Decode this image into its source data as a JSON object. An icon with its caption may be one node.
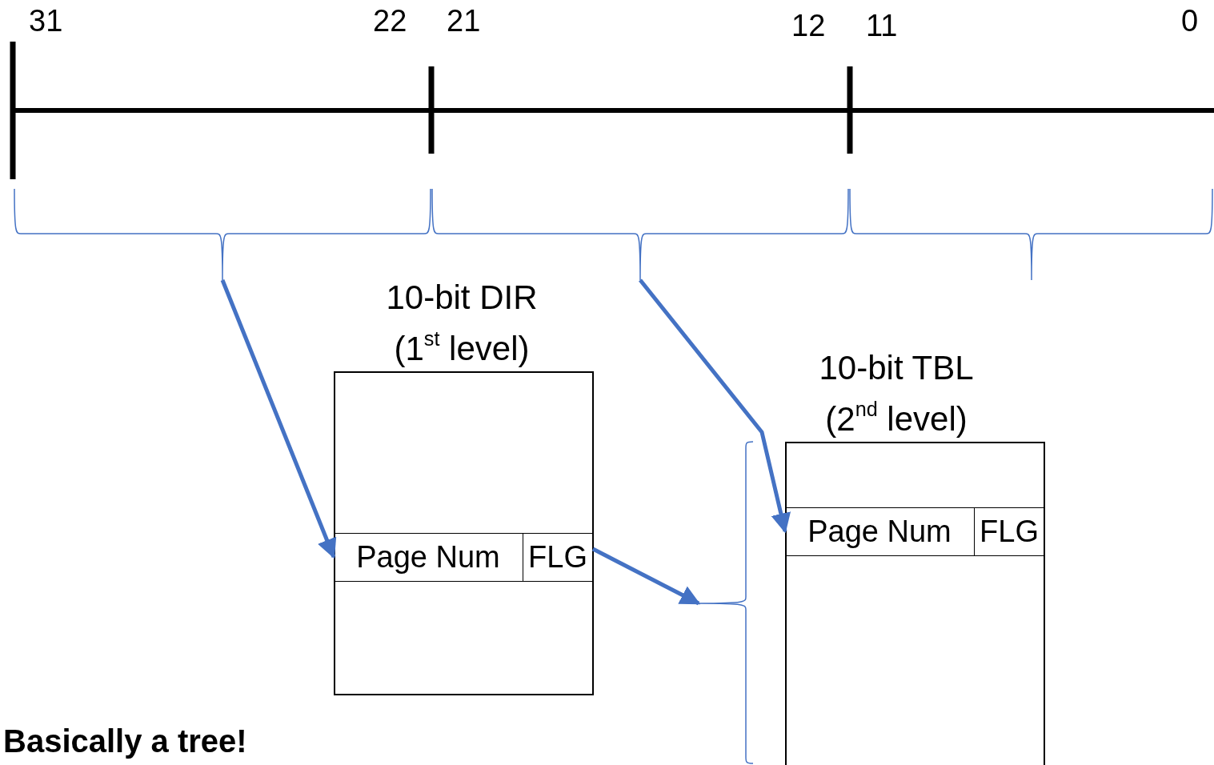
{
  "diagram": {
    "nodes": [
      {
        "text": [],
        "shape": "brace"
      },
      {
        "text": [],
        "shape": "brace"
      },
      {
        "text": [],
        "shape": "brace"
      },
      {
        "text": [
          "10-bit DIR (1$^{st}$ level)"
        ]
      },
      {
        "text": [
          "Page Num"
        ],
        "in": 3
      },
      {
        "text": [
          "FLG"
        ],
        "in": 3
      },
      {
        "text": [],
        "shape": "brace"
      },
      {
        "text": [
          "10-bit TBL (2$^{nd}$ level)"
        ]
      },
      {
        "text": [
          "Page Num"
        ],
        "in": 7
      },
      {
        "text": [
          "FLG"
        ],
        "in": 7
      }
    ],
    "edges": [
      {
        "from": 0,
        "to": 4,
        "arrow": "to"
      },
      {
        "from": 1,
        "to": 8,
        "arrow": "to"
      },
      {
        "from": 5,
        "to": 6,
        "arrow": "to"
      }
    ],
    "labels": [
      "31",
      "22",
      "21",
      "12",
      "11",
      "0",
      "Basically a tree!"
    ]
  }
}
